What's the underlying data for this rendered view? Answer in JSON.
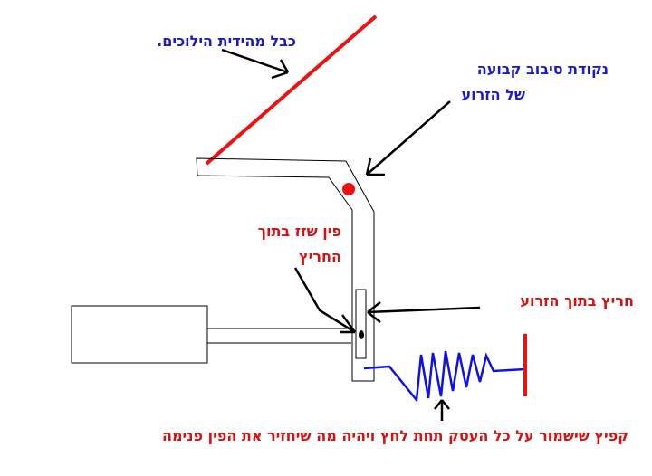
{
  "colors": {
    "blue_text": "#1a1acc",
    "red_text": "#d81010",
    "red_mark": "#ee1111",
    "spring": "#1010ee"
  },
  "labels": {
    "cable": "כבל מהידית הילוכים.",
    "pivot_line1": "נקודת סיבוב קבועה",
    "pivot_line2": "של הזרוע",
    "pin_line1": "פין שזז בתוך",
    "pin_line2": "החריץ",
    "slot": "חריץ בתוך הזרוע",
    "spring": "קפיץ שישמור על כל העסק תחת לחץ ויהיה מה שיחזיר את הפין פנימה"
  }
}
